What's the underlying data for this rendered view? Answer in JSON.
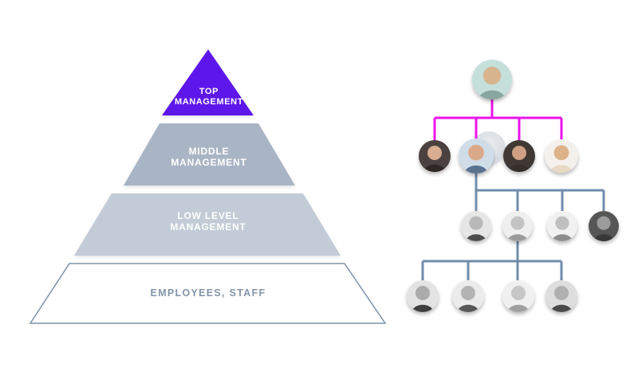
{
  "page": {
    "background": "#ffffff"
  },
  "pyramid": {
    "levels": [
      {
        "label": "TOP\nMANAGEMENT",
        "fill": "#5e17eb",
        "text_color": "#ffffff"
      },
      {
        "label": "MIDDLE\nMANAGEMENT",
        "fill": "#a9b5c4",
        "text_color": "#ffffff"
      },
      {
        "label": "LOW LEVEL\nMANAGEMENT",
        "fill": "#c2cbd6",
        "text_color": "#ffffff"
      },
      {
        "label": "EMPLOYEES, STAFF",
        "fill": "#ffffff",
        "border_color": "#7e92a9",
        "text_color": "#8494a9"
      }
    ]
  },
  "org_chart": {
    "connector_colors": {
      "top_to_middle": "#ec13ec",
      "middle_to_low": "#6f8dab",
      "low_to_staff": "#6f8dab"
    },
    "levels": [
      {
        "level": 1,
        "people_count": 1,
        "photo_style": "color"
      },
      {
        "level": 2,
        "people_count": 4,
        "photo_style": "color"
      },
      {
        "level": 3,
        "people_count": 4,
        "photo_style": "grayscale"
      },
      {
        "level": 4,
        "people_count": 4,
        "photo_style": "grayscale"
      }
    ]
  }
}
